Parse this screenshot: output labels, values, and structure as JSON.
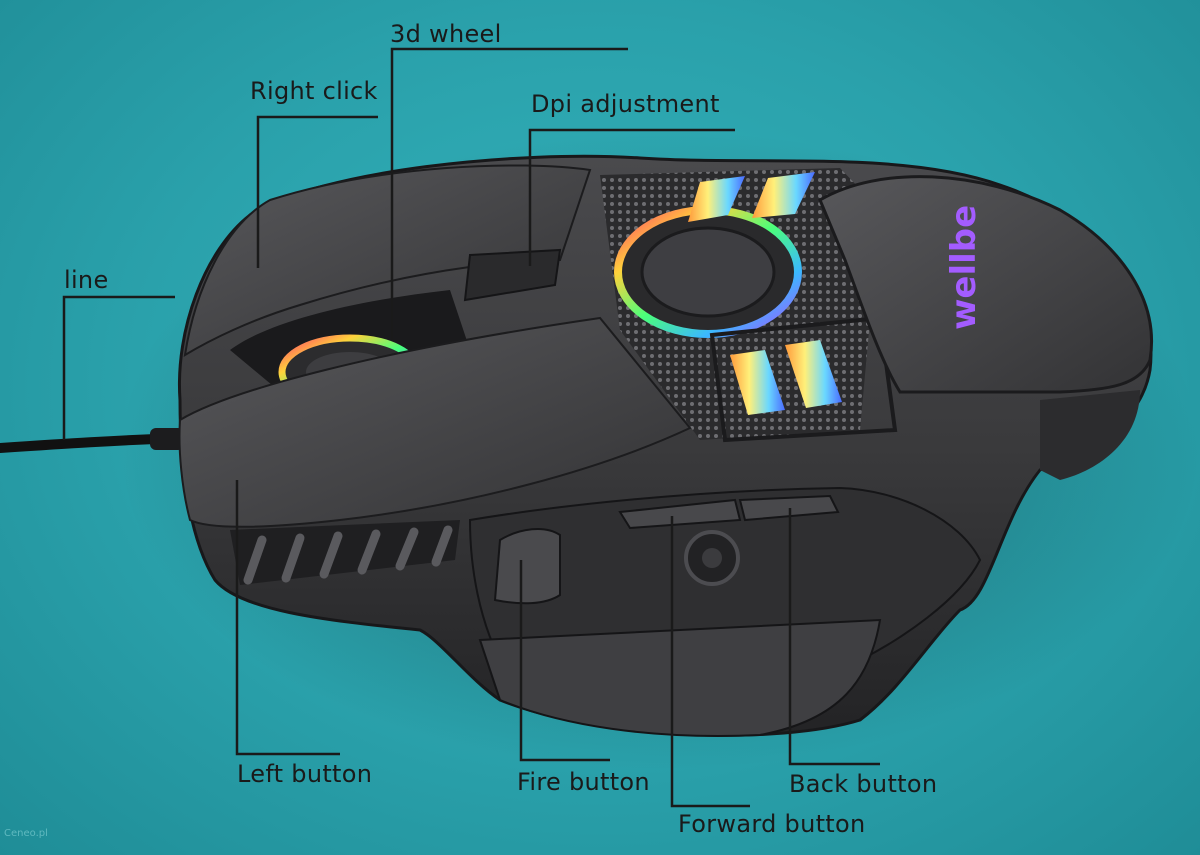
{
  "labels": {
    "wheel": "3d wheel",
    "right_click": "Right click",
    "dpi": "Dpi adjustment",
    "line": "line",
    "left_button": "Left button",
    "fire_button": "Fire button",
    "back_button": "Back button",
    "forward_button": "Forward button"
  },
  "brand_logo": "wellbe",
  "watermark": "Ceneo.pl",
  "colors": {
    "background": "#2aa3ad",
    "mouse_body": "#3b3b3d",
    "leader_line": "#1a1a1a"
  }
}
